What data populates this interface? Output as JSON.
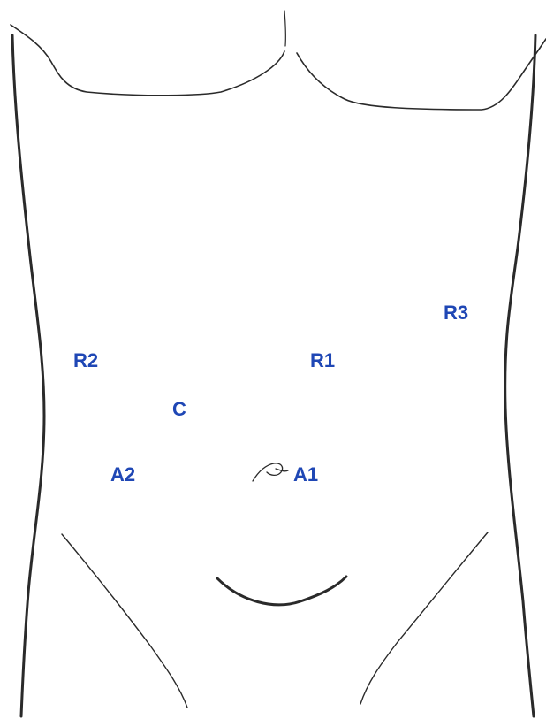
{
  "diagram": {
    "label_color": "#1f47b5",
    "line_color": "#2a2a2a",
    "labels": {
      "r3": "R3",
      "r2": "R2",
      "r1": "R1",
      "c": "C",
      "a2": "A2",
      "a1": "A1"
    }
  }
}
